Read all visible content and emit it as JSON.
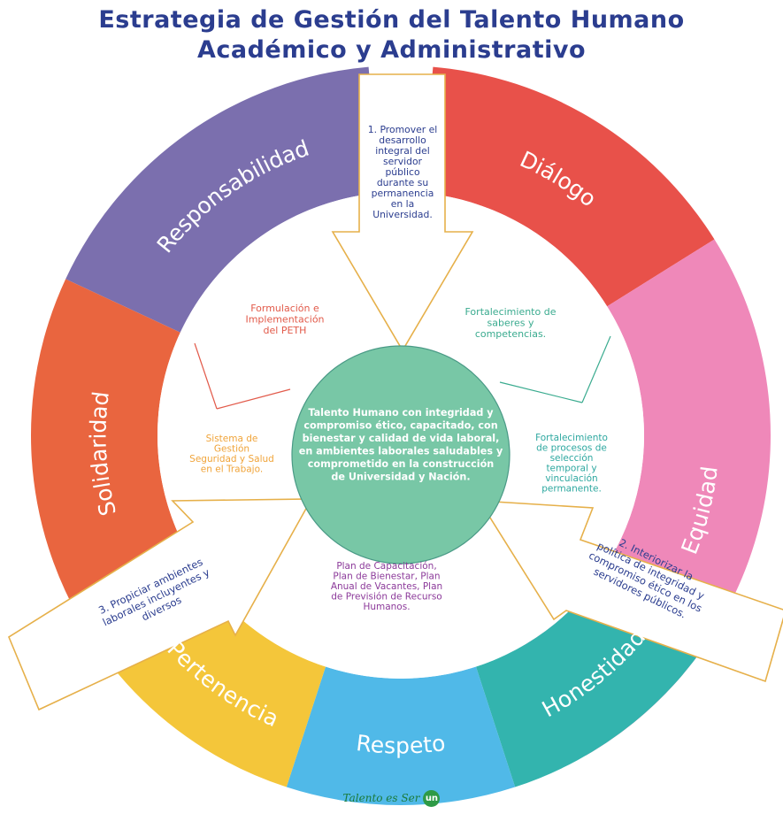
{
  "title": {
    "line1": "Estrategia de Gestión del Talento Humano",
    "line2": "Académico y Administrativo"
  },
  "outer_ring": [
    {
      "label": "Responsabilidad",
      "color": "#7b6fae"
    },
    {
      "label": "Diálogo",
      "color": "#e8514a"
    },
    {
      "label": "Equidad",
      "color": "#ef88b9"
    },
    {
      "label": "Honestidad",
      "color": "#33b4ae"
    },
    {
      "label": "Respeto",
      "color": "#50b9e8"
    },
    {
      "label": "Pertenencia",
      "color": "#f4c63a"
    },
    {
      "label": "Solidaridad",
      "color": "#e9653f"
    }
  ],
  "inner_ring": {
    "formulacion": {
      "lines": [
        "Formulación e",
        "Implementación",
        "del PETH"
      ],
      "color": "#e25a4a"
    },
    "fortalecimiento_saberes": {
      "lines": [
        "Fortalecimiento de",
        "saberes y",
        "competencias."
      ],
      "color": "#3aab8f"
    },
    "fortalecimiento_procesos": {
      "lines": [
        "Fortalecimiento",
        "de procesos de",
        "selección",
        "temporal y",
        "vinculación",
        "permanente."
      ],
      "color": "#2ea8a0"
    },
    "planes": {
      "lines": [
        "Plan de Capacitación,",
        "Plan de Bienestar, Plan",
        "Anual de Vacantes, Plan",
        "de Previsión de Recurso",
        "Humanos."
      ],
      "color": "#8c3a9a"
    },
    "sistema": {
      "lines": [
        "Sistema de",
        "Gestión",
        "Seguridad y Salud",
        "en el Trabajo."
      ],
      "color": "#f0a43a"
    }
  },
  "center": {
    "lines": [
      "Talento Humano con integridad y",
      "compromiso ético, capacitado, con",
      "bienestar y calidad de vida laboral,",
      "en ambientes laborales saludables y",
      "comprometido en la construcción",
      "de Universidad y Nación."
    ],
    "color": "#78c7a6"
  },
  "arrows": {
    "arrow1": {
      "lines": [
        "1. Promover el",
        "desarrollo",
        "integral del",
        "servidor",
        "público",
        "durante su",
        "permanencia",
        "en la",
        "Universidad."
      ],
      "color": "#2b3d8f"
    },
    "arrow2": {
      "lines": [
        "2. Interiorizar la",
        "política de integridad y",
        "compromiso ético en los",
        "servidores públicos."
      ],
      "color": "#2b3d8f"
    },
    "arrow3": {
      "lines": [
        "3. Propiciar ambientes",
        "laborales incluyentes y",
        "diversos"
      ],
      "color": "#2b3d8f"
    }
  },
  "footer": {
    "text": "Talento es Ser",
    "logo": "un"
  }
}
